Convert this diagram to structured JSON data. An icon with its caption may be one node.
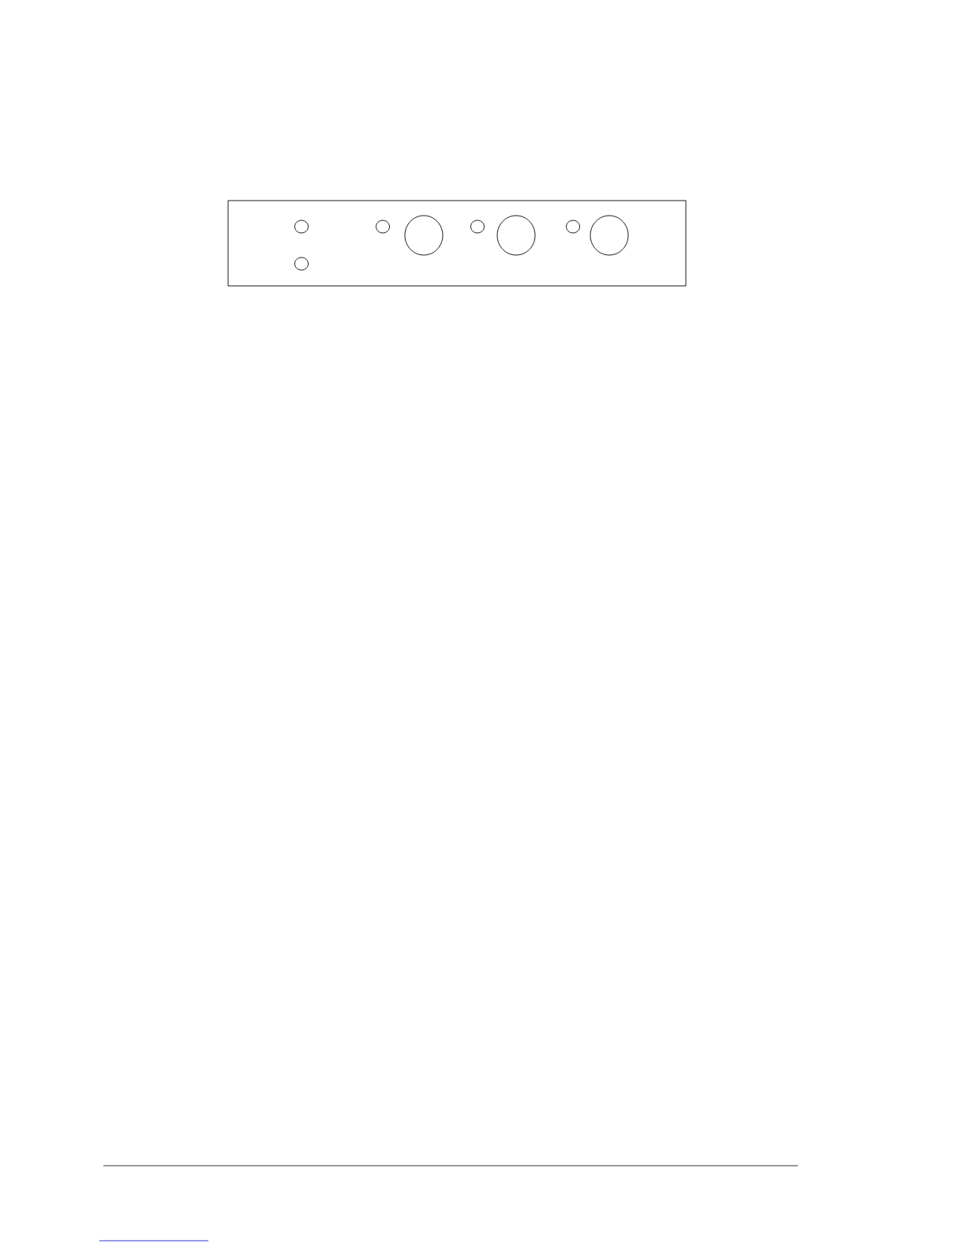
{
  "diagram": {
    "nodes": [
      {
        "text": [],
        "shape": "box"
      },
      {
        "text": [],
        "shape": "circle",
        "in": 0
      },
      {
        "text": [],
        "shape": "circle",
        "in": 0
      },
      {
        "text": [],
        "shape": "circle",
        "in": 0
      },
      {
        "text": [],
        "shape": "circle",
        "in": 0
      },
      {
        "text": [],
        "shape": "circle",
        "in": 0
      },
      {
        "text": [],
        "shape": "circle",
        "in": 0
      },
      {
        "text": [],
        "shape": "circle",
        "in": 0
      },
      {
        "text": [],
        "shape": "circle",
        "in": 0
      }
    ]
  }
}
